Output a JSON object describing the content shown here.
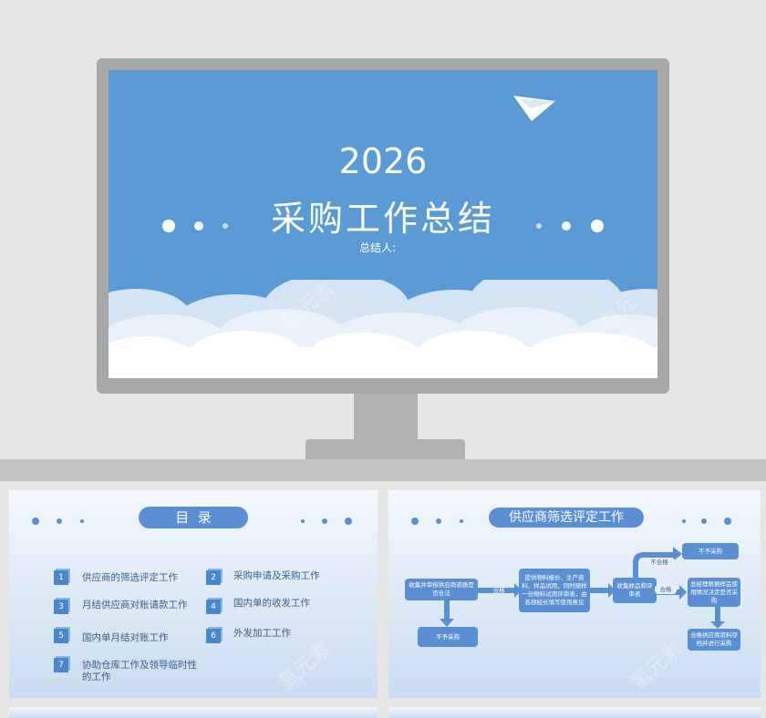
{
  "cover": {
    "year": "2026",
    "title": "采购工作总结",
    "author_label": "总结人:",
    "watermark": "氢元素"
  },
  "toc_slide": {
    "heading": "目  录",
    "items": [
      {
        "num": "1",
        "label": "供应商的筛选评定工作"
      },
      {
        "num": "2",
        "label": "采购申请及采购工作"
      },
      {
        "num": "3",
        "label": "月结供应商对账请款工作"
      },
      {
        "num": "4",
        "label": "国内单的收发工作"
      },
      {
        "num": "5",
        "label": "国内单月结对账工作"
      },
      {
        "num": "6",
        "label": "外发加工工作"
      },
      {
        "num": "7",
        "label": "协助仓库工作及领导临时性的工作"
      }
    ]
  },
  "flow_slide": {
    "heading": "供应商筛选评定工作",
    "box_collect": "收集并审核供应商资质是否合法",
    "box_reject1": "不予采购",
    "box_provide": "提供物料报价、生产资料、样品试用，同时随样一份物料试用评审表，由各部经长填写使用意见",
    "box_sample": "收集样品和评审表",
    "box_reject2": "不予采购",
    "box_manager": "总经理根据样品使用情况决定是否采购",
    "box_archive": "合格供应商资料存档并进行采购",
    "label_pass": "合格",
    "label_fail": "不合格",
    "label_pass2": "合格"
  },
  "colors": {
    "sky": "#5b9bd5",
    "accent": "#5b8fd4"
  }
}
